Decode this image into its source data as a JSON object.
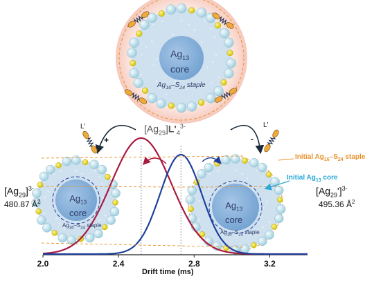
{
  "top_cluster": {
    "label": "[Ag29]L'4 3-",
    "label_parts": {
      "base": "[Ag",
      "sub": "29",
      "mid": "]",
      "bold": "L'",
      "bold_sub": "4",
      "sup": "3-"
    },
    "core_line1": "Ag13",
    "core_line1_parts": {
      "base": "Ag",
      "sub": "13"
    },
    "core_line2": "core",
    "staple": "Ag16-S24 staple",
    "staple_parts": {
      "a": "Ag",
      "a_sub": "16",
      "mid": "–S",
      "s_sub": "24",
      "tail": " staple"
    }
  },
  "left_cluster": {
    "label": "[Ag29]3-",
    "label_parts": {
      "base": "[Ag",
      "sub": "29",
      "mid": "]",
      "sup": "3-"
    },
    "ccs": "480.87 Å2",
    "ccs_parts": {
      "value": "480.87 Å",
      "sup": "2"
    },
    "core_line1": "Ag13",
    "core_line2": "core",
    "staple": "Ag16-S24 staple"
  },
  "right_cluster": {
    "label": "[Ag29']3-",
    "label_parts": {
      "base": "[Ag",
      "sub": "29",
      "mid": "']",
      "sup": "3-"
    },
    "ccs": "495.36 Å2",
    "ccs_parts": {
      "value": "495.36 Å",
      "sup": "2"
    },
    "core_line1": "Ag13",
    "core_line2": "core",
    "staple": "Ag16-S24 staple"
  },
  "annotations": {
    "initial_staple": "Initial Ag16-S24 staple",
    "initial_staple_parts": {
      "a": "Initial Ag",
      "a_sub": "16",
      "mid": "–S",
      "s_sub": "24",
      "tail": " staple"
    },
    "initial_core": "Initial Ag13 core",
    "initial_core_parts": {
      "a": "Initial Ag",
      "a_sub": "13",
      "tail": " core"
    },
    "ligand": "L'",
    "plus": "+",
    "minus": "-"
  },
  "colors": {
    "red_curve": "#a8193f",
    "blue_curve": "#1e3f9c",
    "staple_orange": "#e8912c",
    "core_cyan": "#29a8d8",
    "core_fill": "#8ab2db",
    "shell_fill": "#cfe0ef",
    "sulfur": "#e3d51b",
    "silver": "#b7dde9",
    "halo": "#f8cfc3"
  },
  "chart_data": {
    "type": "line",
    "xlabel": "Drift time (ms)",
    "xticks": [
      "2.0",
      "2.4",
      "2.8",
      "3.2"
    ],
    "xlim": [
      2.0,
      3.4
    ],
    "series": [
      {
        "name": "[Ag29]3-",
        "color": "#a8193f",
        "peak_x": 2.52,
        "width": 0.16
      },
      {
        "name": "[Ag29']3-",
        "color": "#1e3f9c",
        "peak_x": 2.73,
        "width": 0.11
      }
    ],
    "reference_lines_x": [
      2.52,
      2.73
    ]
  }
}
